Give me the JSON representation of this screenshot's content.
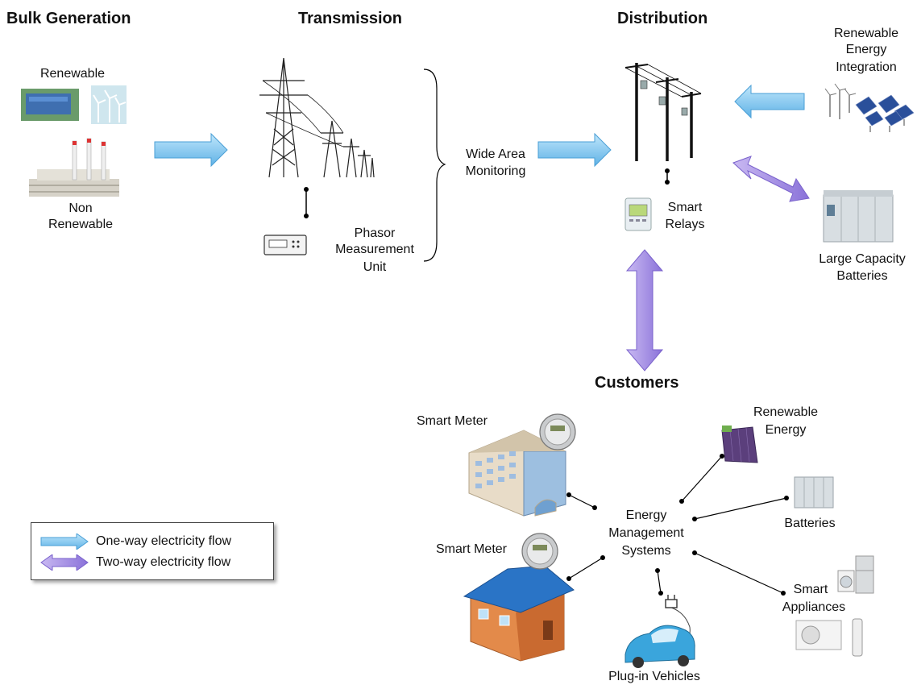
{
  "sections": {
    "bulk_generation": "Bulk Generation",
    "transmission": "Transmission",
    "distribution": "Distribution",
    "customers": "Customers"
  },
  "bulk": {
    "renewable": "Renewable",
    "non_renewable_line1": "Non",
    "non_renewable_line2": "Renewable"
  },
  "transmission": {
    "pmu_line1": "Phasor",
    "pmu_line2": "Measurement",
    "pmu_line3": "Unit",
    "wam_line1": "Wide Area",
    "wam_line2": "Monitoring"
  },
  "distribution": {
    "rei_line1": "Renewable",
    "rei_line2": "Energy",
    "rei_line3": "Integration",
    "relays_line1": "Smart",
    "relays_line2": "Relays",
    "lcb_line1": "Large Capacity",
    "lcb_line2": "Batteries"
  },
  "customers": {
    "smart_meter_top": "Smart Meter",
    "smart_meter_bottom": "Smart Meter",
    "ems_line1": "Energy",
    "ems_line2": "Management",
    "ems_line3": "Systems",
    "renewable_line1": "Renewable",
    "renewable_line2": "Energy",
    "batteries": "Batteries",
    "appliances_line1": "Smart",
    "appliances_line2": "Appliances",
    "vehicles": "Plug-in Vehicles"
  },
  "legend": {
    "one_way": "One-way electricity flow",
    "two_way": "Two-way electricity flow"
  },
  "colors": {
    "one_way_arrow": "#7ec4ee",
    "two_way_arrow": "#9b86e0",
    "connector": "#000000"
  }
}
